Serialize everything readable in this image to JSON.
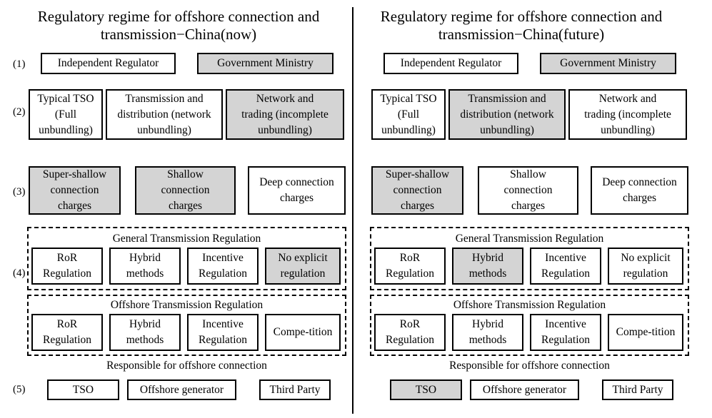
{
  "panels": [
    {
      "title_line1": "Regulatory regime for offshore connection and",
      "title_line2": "transmission−China(now)",
      "row_labels": [
        "(1)",
        "(2)",
        "(3)",
        "(4)",
        "(5)"
      ],
      "r1": [
        {
          "label": "Independent Regulator",
          "selected": false
        },
        {
          "label": "Government Ministry",
          "selected": true
        }
      ],
      "r2": [
        {
          "label": "Typical TSO\n(Full\nunbundling)",
          "selected": false
        },
        {
          "label": "Transmission and\ndistribution (network\nunbundling)",
          "selected": false
        },
        {
          "label": "Network and\ntrading (incomplete\nunbundling)",
          "selected": true
        }
      ],
      "r3": [
        {
          "label": "Super-shallow\nconnection\ncharges",
          "selected": true
        },
        {
          "label": "Shallow\nconnection\ncharges",
          "selected": true
        },
        {
          "label": "Deep connection\ncharges",
          "selected": false
        }
      ],
      "general_title": "General Transmission Regulation",
      "r4a": [
        {
          "label": "RoR\nRegulation",
          "selected": false
        },
        {
          "label": "Hybrid\nmethods",
          "selected": false
        },
        {
          "label": "Incentive\nRegulation",
          "selected": false
        },
        {
          "label": "No explicit\nregulation",
          "selected": true
        }
      ],
      "offshore_title": "Offshore Transmission Regulation",
      "r4b": [
        {
          "label": "RoR\nRegulation",
          "selected": false
        },
        {
          "label": "Hybrid\nmethods",
          "selected": false
        },
        {
          "label": "Incentive\nRegulation",
          "selected": false
        },
        {
          "label": "Compe-tition",
          "selected": false
        }
      ],
      "responsible_title": "Responsible for offshore connection",
      "r5": [
        {
          "label": "TSO",
          "selected": false
        },
        {
          "label": "Offshore generator",
          "selected": false
        },
        {
          "label": "Third Party",
          "selected": false
        }
      ]
    },
    {
      "title_line1": "Regulatory regime for offshore connection and",
      "title_line2": "transmission−China(future)",
      "row_labels": [],
      "r1": [
        {
          "label": "Independent Regulator",
          "selected": false
        },
        {
          "label": "Government Ministry",
          "selected": true
        }
      ],
      "r2": [
        {
          "label": "Typical TSO\n(Full\nunbundling)",
          "selected": false
        },
        {
          "label": "Transmission and\ndistribution (network\nunbundling)",
          "selected": true
        },
        {
          "label": "Network and\ntrading (incomplete\nunbundling)",
          "selected": false
        }
      ],
      "r3": [
        {
          "label": "Super-shallow\nconnection\ncharges",
          "selected": true
        },
        {
          "label": "Shallow\nconnection\ncharges",
          "selected": false
        },
        {
          "label": "Deep connection\ncharges",
          "selected": false
        }
      ],
      "general_title": "General Transmission Regulation",
      "r4a": [
        {
          "label": "RoR\nRegulation",
          "selected": false
        },
        {
          "label": "Hybrid\nmethods",
          "selected": true
        },
        {
          "label": "Incentive\nRegulation",
          "selected": false
        },
        {
          "label": "No explicit\nregulation",
          "selected": false
        }
      ],
      "offshore_title": "Offshore Transmission Regulation",
      "r4b": [
        {
          "label": "RoR\nRegulation",
          "selected": false
        },
        {
          "label": "Hybrid\nmethods",
          "selected": false
        },
        {
          "label": "Incentive\nRegulation",
          "selected": false
        },
        {
          "label": "Compe-tition",
          "selected": false
        }
      ],
      "responsible_title": "Responsible for offshore connection",
      "r5": [
        {
          "label": "TSO",
          "selected": true
        },
        {
          "label": "Offshore generator",
          "selected": false
        },
        {
          "label": "Third Party",
          "selected": false
        }
      ]
    }
  ]
}
